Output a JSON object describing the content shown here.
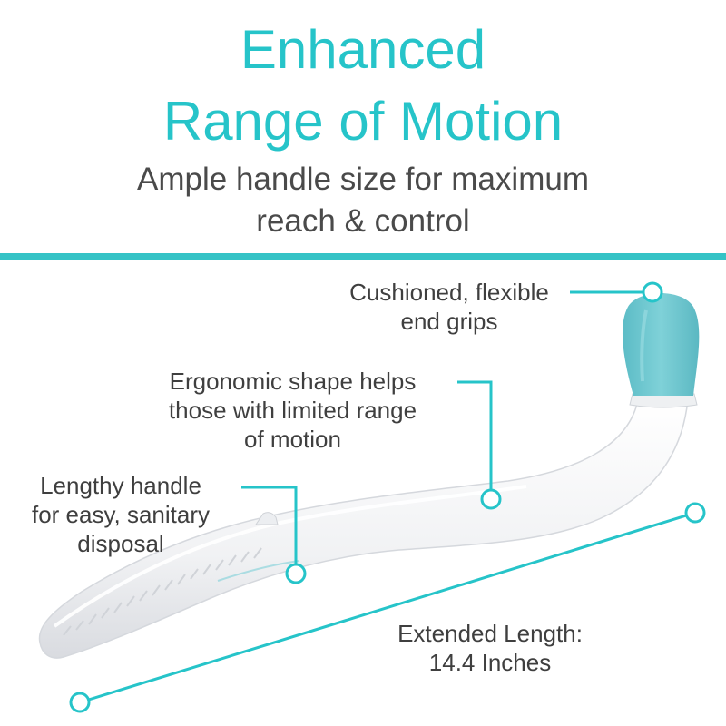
{
  "headline": {
    "line1": "Enhanced",
    "line2": "Range of Motion"
  },
  "subheadline": {
    "line1": "Ample handle size for maximum",
    "line2": "reach & control"
  },
  "callouts": {
    "end_grips": {
      "line1": "Cushioned, flexible",
      "line2": "end grips"
    },
    "ergonomic": {
      "line1": "Ergonomic shape helps",
      "line2": "those with limited range",
      "line3": "of motion"
    },
    "lengthy": {
      "line1": "Lengthy handle",
      "line2": "for easy, sanitary",
      "line3": "disposal"
    },
    "length": {
      "line1": "Extended Length:",
      "line2": "14.4 Inches"
    }
  },
  "colors": {
    "accent": "#26c4c9",
    "grip": "#6fc8d0",
    "text": "#4a4a4a",
    "handle": "#f2f3f5"
  }
}
